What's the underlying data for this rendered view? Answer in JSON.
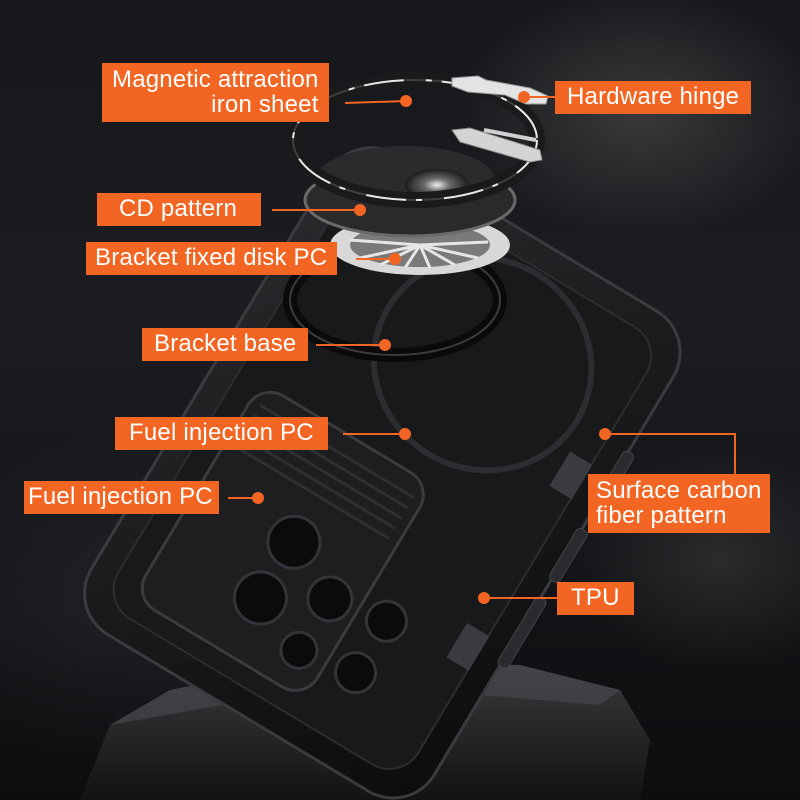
{
  "diagram": {
    "subject": "Exploded view of phone case with magnetic ring stand",
    "accent_color": "#f26522",
    "label_text_color": "#ffffff",
    "background_color": "#15171b",
    "callouts": [
      {
        "id": "magnetic-attraction",
        "lines": [
          "Magnetic attraction",
          "iron sheet"
        ],
        "target": "ring top edge"
      },
      {
        "id": "hardware-hinge",
        "lines": [
          "Hardware hinge"
        ],
        "target": "metal hinge piece"
      },
      {
        "id": "cd-pattern",
        "lines": [
          "CD pattern"
        ],
        "target": "ring disk face"
      },
      {
        "id": "bracket-fixed-disk",
        "lines": [
          "Bracket fixed disk PC"
        ],
        "target": "ribbed bracket disk"
      },
      {
        "id": "bracket-base",
        "lines": [
          "Bracket base"
        ],
        "target": "ring base on case"
      },
      {
        "id": "fuel-injection-1",
        "lines": [
          "Fuel injection PC"
        ],
        "target": "case back panel"
      },
      {
        "id": "fuel-injection-2",
        "lines": [
          "Fuel injection PC"
        ],
        "target": "camera slider cover"
      },
      {
        "id": "surface-carbon",
        "lines": [
          "Surface carbon",
          "fiber pattern"
        ],
        "target": "carbon fiber grip patch"
      },
      {
        "id": "tpu",
        "lines": [
          "TPU"
        ],
        "target": "case side bumper / buttons"
      }
    ]
  }
}
